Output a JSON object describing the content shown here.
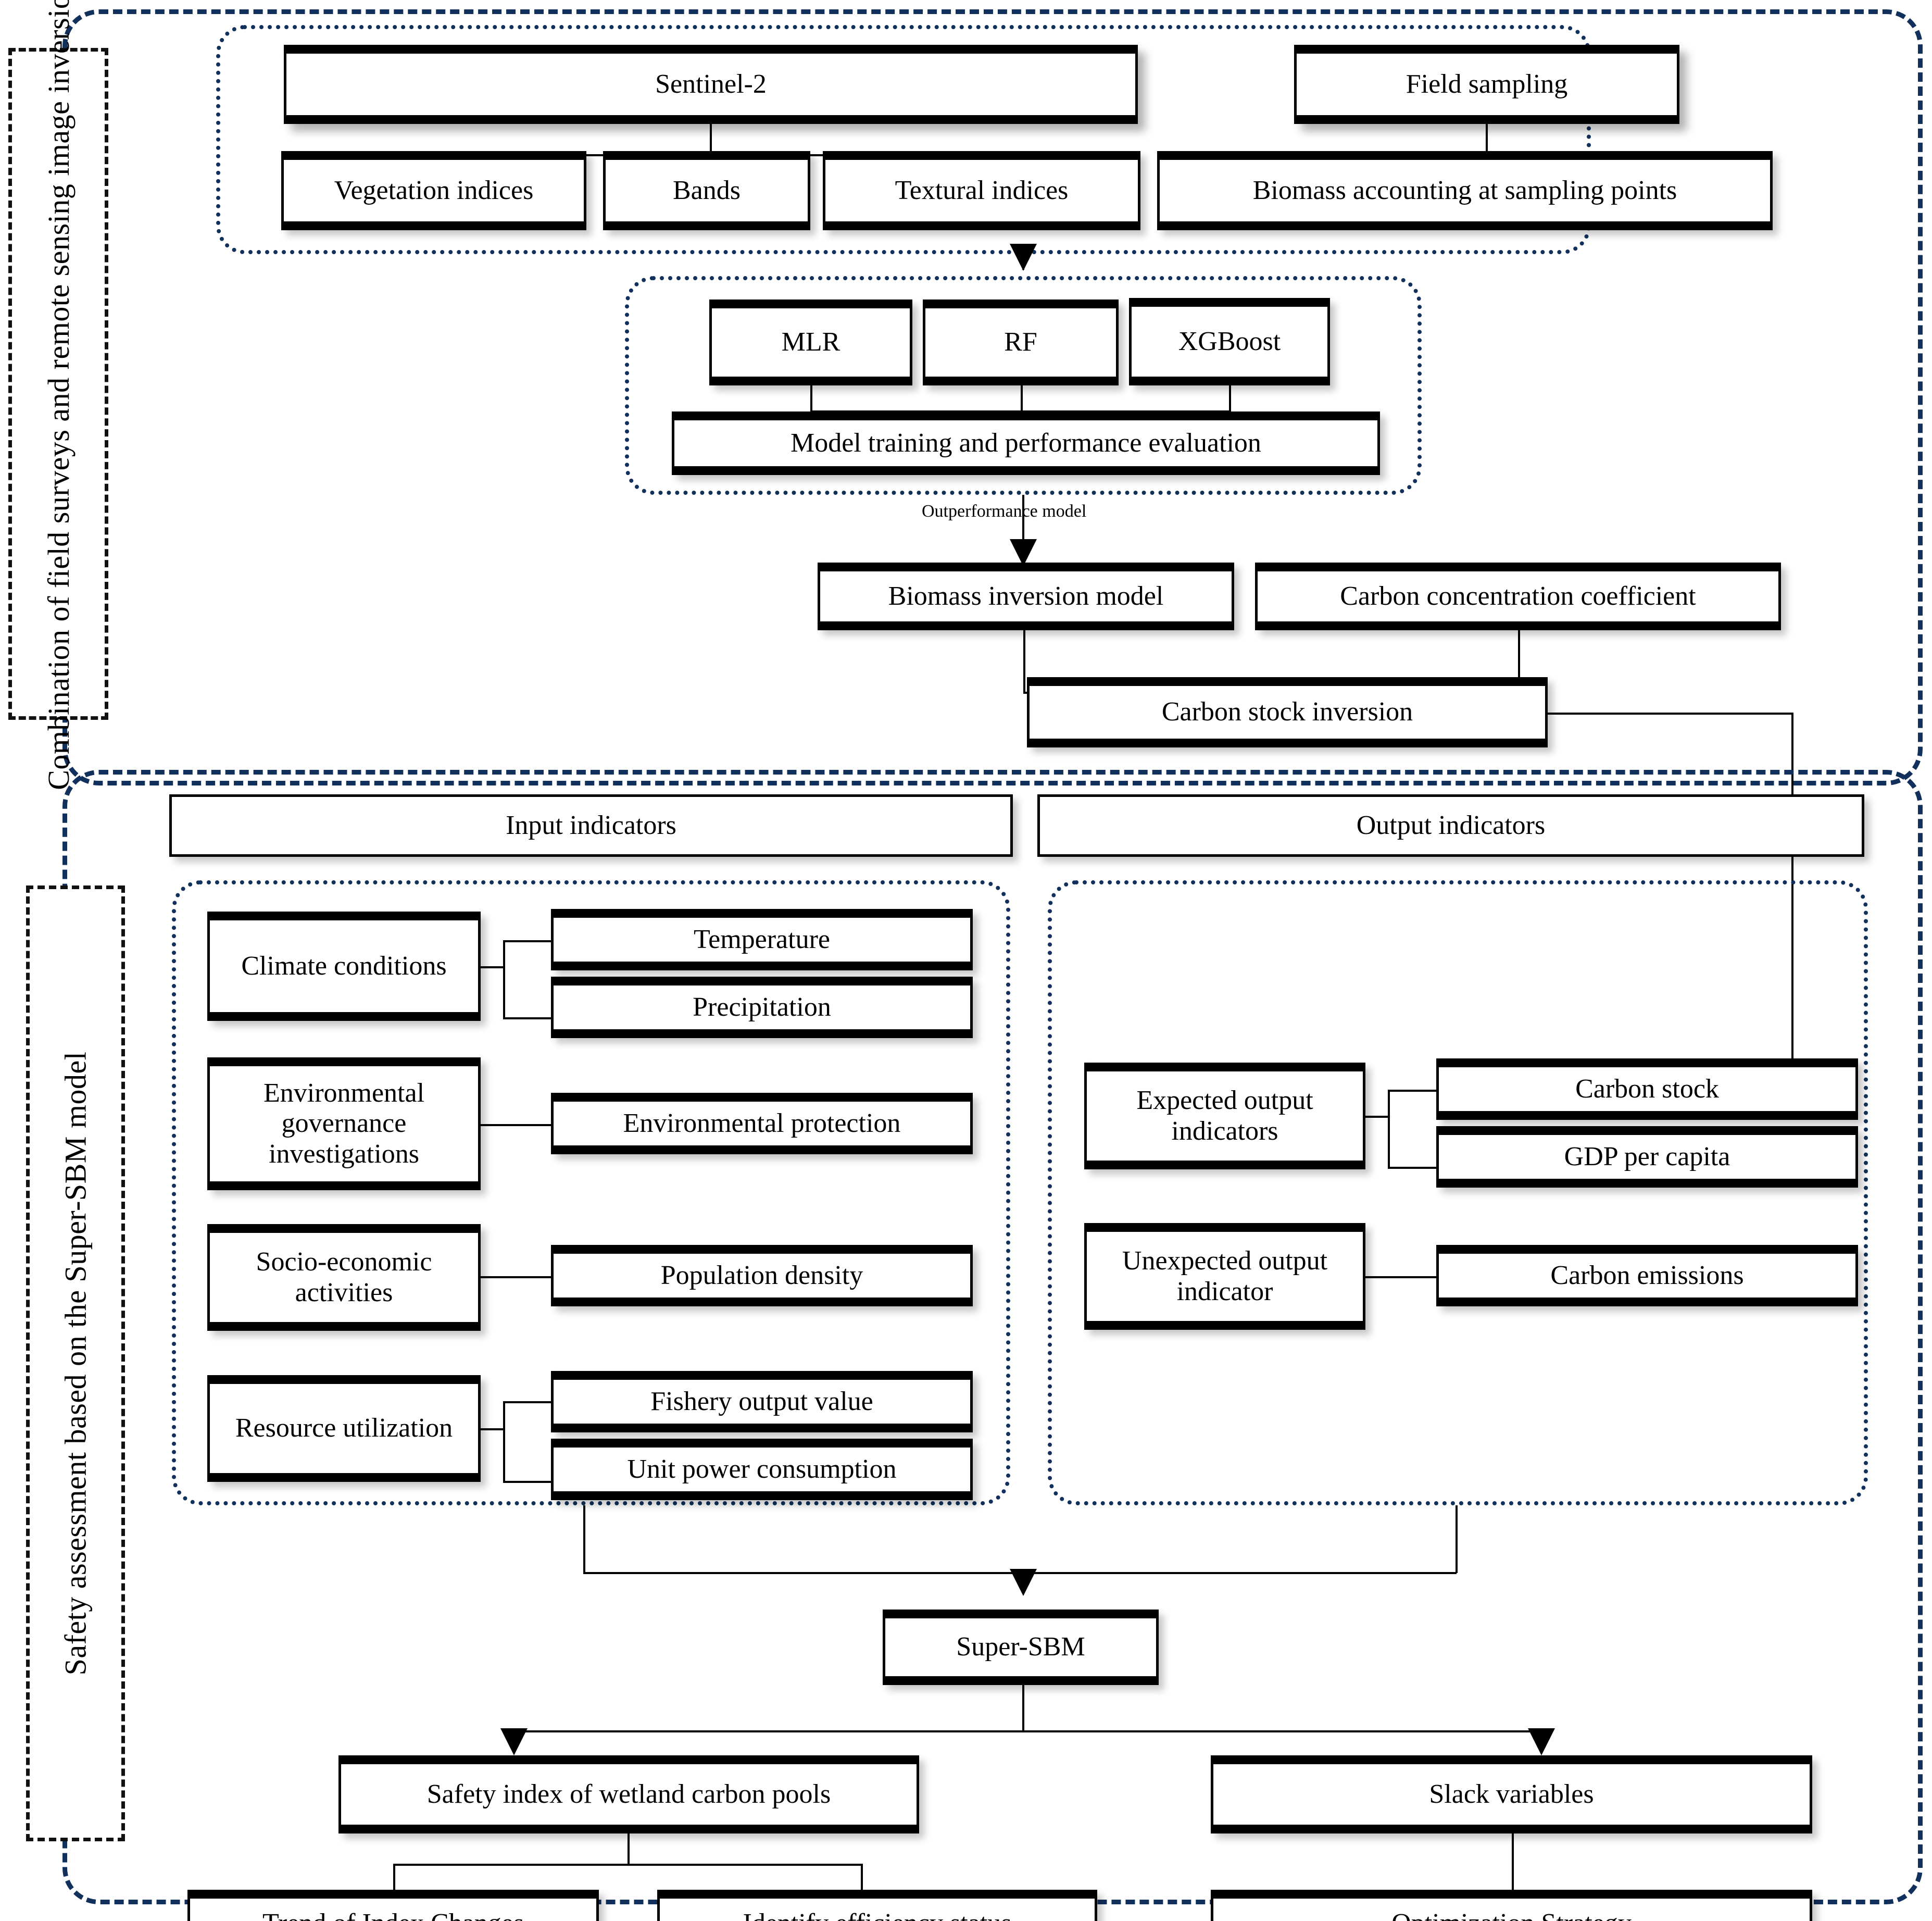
{
  "figure": {
    "type": "flowchart",
    "sections": [
      {
        "id": "section-top",
        "label": "Combination of field surveys and remote sensing image inversion"
      },
      {
        "id": "section-bottom",
        "label": "Safety assessment based on the Super-SBM model"
      }
    ]
  },
  "top": {
    "data_sources": {
      "sentinel": "Sentinel-2",
      "field_sampling": "Field sampling",
      "vegetation_indices": "Vegetation indices",
      "bands": "Bands",
      "textural_indices": "Textural indices",
      "biomass_accounting": "Biomass accounting at sampling points"
    },
    "models": {
      "mlr": "MLR",
      "rf": "RF",
      "xgboost": "XGBoost",
      "training": "Model training and performance evaluation"
    },
    "edge_labels": {
      "outperformance": "Outperformance model"
    },
    "inversion": {
      "biomass_model": "Biomass inversion model",
      "carbon_coefficient": "Carbon concentration coefficient",
      "carbon_stock_inversion": "Carbon stock inversion"
    }
  },
  "bottom": {
    "headers": {
      "input": "Input indicators",
      "output": "Output indicators"
    },
    "input_groups": [
      {
        "name": "Climate conditions",
        "children": [
          "Temperature",
          "Precipitation"
        ]
      },
      {
        "name": "Environmental governance investigations",
        "children": [
          "Environmental protection"
        ]
      },
      {
        "name": "Socio-economic activities",
        "children": [
          "Population density"
        ]
      },
      {
        "name": "Resource utilization",
        "children": [
          "Fishery output value",
          "Unit power consumption"
        ]
      }
    ],
    "output_groups": [
      {
        "name": "Expected output indicators",
        "children": [
          "Carbon stock",
          "GDP per capita"
        ]
      },
      {
        "name": "Unexpected output indicator",
        "children": [
          "Carbon emissions"
        ]
      }
    ],
    "model": "Super-SBM",
    "results": {
      "safety_index": "Safety index of wetland carbon pools",
      "slack_variables": "Slack variables",
      "trend": "Trend of Index Changes",
      "efficiency": "Identify efficiency status",
      "optimization": "Optimization Strategy"
    }
  },
  "colors": {
    "section_border": "#12305c",
    "group_border": "#12305c",
    "box_border": "#000000",
    "background": "#ffffff"
  }
}
